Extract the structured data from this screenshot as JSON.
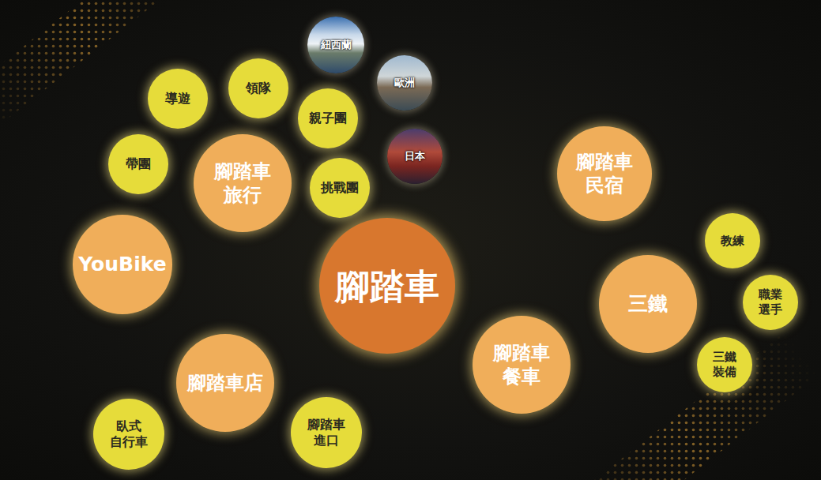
{
  "diagram": {
    "nodes": [
      {
        "text": [
          "紐西蘭"
        ]
      },
      {
        "text": [
          "導遊"
        ]
      },
      {
        "text": [
          "領隊"
        ]
      },
      {
        "text": [
          "歐洲"
        ]
      },
      {
        "text": [
          "親子團"
        ]
      },
      {
        "text": [
          "日本"
        ]
      },
      {
        "text": [
          "帶團"
        ]
      },
      {
        "text": [
          "腳踏車 旅行"
        ]
      },
      {
        "text": [
          "挑戰團"
        ]
      },
      {
        "text": [
          "腳踏車 民宿"
        ]
      },
      {
        "text": [
          "教練"
        ]
      },
      {
        "text": [
          "YouBike"
        ]
      },
      {
        "text": [
          "腳踏車"
        ]
      },
      {
        "text": [
          "三鐵"
        ]
      },
      {
        "text": [
          "職業 選手"
        ]
      },
      {
        "text": [
          "三鐵 裝備"
        ]
      },
      {
        "text": [
          "腳踏車 餐車"
        ]
      },
      {
        "text": [
          "腳踏車店"
        ]
      },
      {
        "text": [
          "臥式 自行車"
        ]
      },
      {
        "text": [
          "腳踏車 進口"
        ]
      }
    ]
  }
}
